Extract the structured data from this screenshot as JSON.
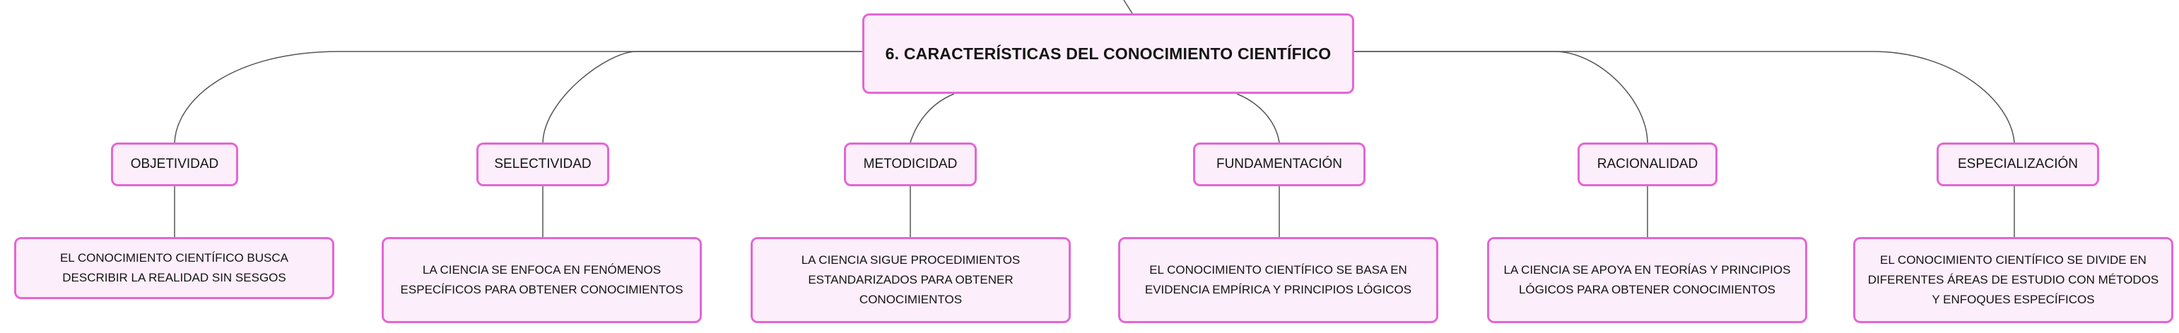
{
  "root": {
    "title": "6. CARACTERÍSTICAS DEL CONOCIMIENTO CIENTÍFICO"
  },
  "branches": [
    {
      "label": "OBJETIVIDAD",
      "description": "EL CONOCIMIENTO CIENTÍFICO BUSCA DESCRIBIR LA REALIDAD SIN SESGOS"
    },
    {
      "label": "SELECTIVIDAD",
      "description": "LA CIENCIA SE ENFOCA EN FENÓMENOS ESPECÍFICOS PARA OBTENER CONOCIMIENTOS"
    },
    {
      "label": "METODICIDAD",
      "description": "LA CIENCIA SIGUE PROCEDIMIENTOS ESTANDARIZADOS PARA OBTENER CONOCIMIENTOS"
    },
    {
      "label": "FUNDAMENTACIÓN",
      "description": "EL CONOCIMIENTO CIENTÍFICO SE BASA EN EVIDENCIA EMPÍRICA Y PRINCIPIOS LÓGICOS"
    },
    {
      "label": "RACIONALIDAD",
      "description": "LA CIENCIA SE APOYA EN TEORÍAS Y PRINCIPIOS LÓGICOS PARA OBTENER CONOCIMIENTOS"
    },
    {
      "label": "ESPECIALIZACIÓN",
      "description": "EL CONOCIMIENTO CIENTÍFICO SE DIVIDE EN DIFERENTES ÁREAS DE ESTUDIO CON MÉTODOS Y ENFOQUES ESPECÍFICOS"
    }
  ],
  "colors": {
    "node_fill": "#fdeefb",
    "node_border": "#e366d6",
    "connector": "#555555",
    "text": "#141414"
  }
}
